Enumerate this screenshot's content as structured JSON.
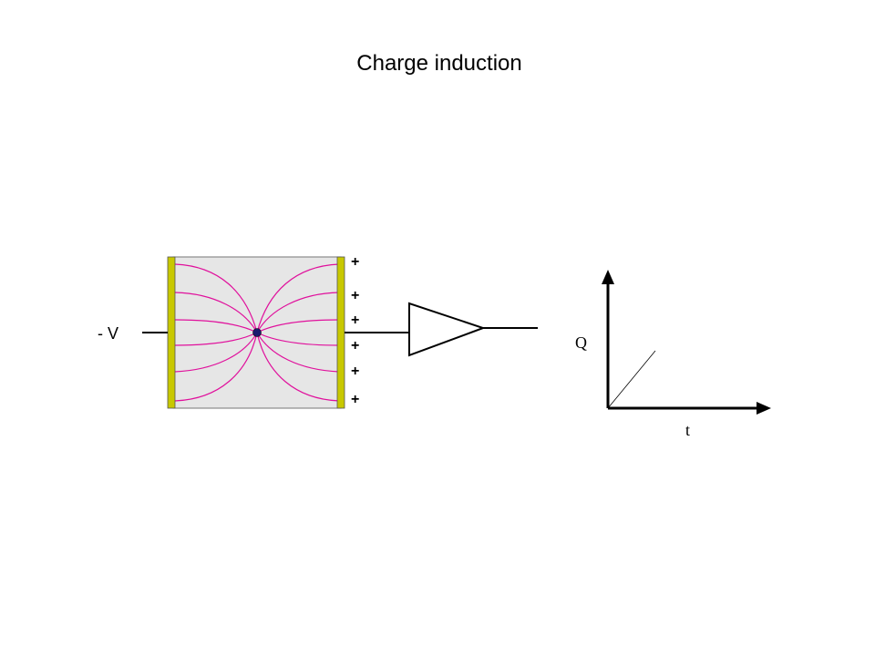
{
  "title": "Charge induction",
  "detector": {
    "voltage_label": "- V",
    "induced_charges": [
      "+",
      "+",
      "+",
      "+",
      "+",
      "+"
    ],
    "colors": {
      "chamber_fill": "#e6e6e6",
      "electrode": "#c8c800",
      "field_lines": "#e0109c",
      "charge": "#1a1a6e"
    }
  },
  "graph": {
    "y_label": "Q",
    "x_label": "t"
  }
}
